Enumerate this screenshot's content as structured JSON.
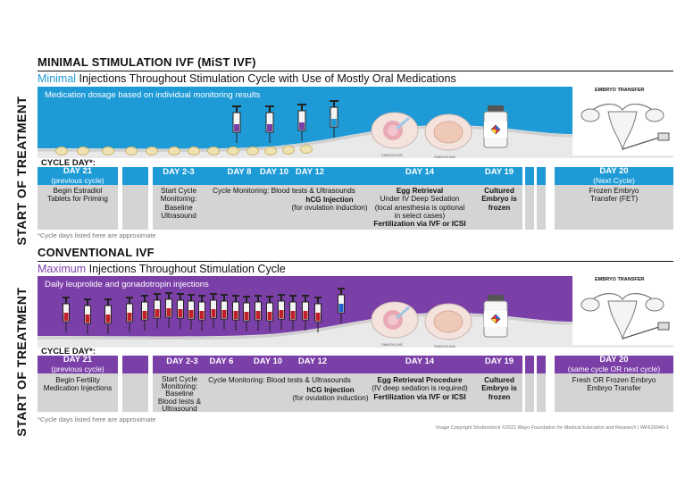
{
  "minimal": {
    "title": "MINIMAL STIMULATION IVF (MiST IVF)",
    "headline_accent": "Minimal",
    "headline_rest": " Injections Throughout  Stimulation Cycle with Use of Mostly Oral Medications",
    "band_text": "Medication dosage based on individual monitoring results",
    "side_label": "START OF TREATMENT",
    "cycle_day_label": "CYCLE DAY*:",
    "days": [
      {
        "label": "DAY 21",
        "sub": "(previous cycle)"
      },
      {
        "label": "DAY 2-3"
      },
      {
        "label": "DAY 8"
      },
      {
        "label": "DAY 10"
      },
      {
        "label": "DAY 12"
      },
      {
        "label": "DAY 14"
      },
      {
        "label": "DAY 19"
      },
      {
        "label": "DAY 20",
        "sub": "(Next Cycle)"
      }
    ],
    "desc": {
      "day21": [
        "Begin Estradiol",
        "Tablets for Priming"
      ],
      "day23": [
        "Start Cycle",
        "Monitoring:",
        "Baseline",
        "Ultrasound"
      ],
      "monitoring": "Cycle Monitoring: Blood tests & Ultrasounds",
      "hcg_title": "hCG Injection",
      "hcg_sub": "(for ovulation induction)",
      "retrieval_title": "Egg Retrieval",
      "retrieval_lines": [
        "Under IV Deep Sedation",
        "(local anesthesia is optional",
        "in select cases)"
      ],
      "fertilization": "Fertilization via IVF or ICSI",
      "cultured": [
        "Cultured",
        "Embryo is",
        "frozen"
      ],
      "transfer": [
        "Frozen Embryo",
        "Transfer (FET)"
      ]
    },
    "footnote": "*Cycle days listed here are approximate",
    "embryo_transfer_label": "EMBRYO TRANSFER",
    "dish_label": "©MAYOCLINIC"
  },
  "conventional": {
    "title": "CONVENTIONAL IVF",
    "headline_accent": "Maximum",
    "headline_rest": " Injections Throughout Stimulation Cycle",
    "band_text": "Daily leuprolide and gonadotropin injections",
    "side_label": "START OF TREATMENT",
    "cycle_day_label": "CYCLE DAY*:",
    "days": [
      {
        "label": "DAY 21",
        "sub": "(previous cycle)"
      },
      {
        "label": "DAY 2-3"
      },
      {
        "label": "DAY 6"
      },
      {
        "label": "DAY 10"
      },
      {
        "label": "DAY 12"
      },
      {
        "label": "DAY 14"
      },
      {
        "label": "DAY 19"
      },
      {
        "label": "DAY 20",
        "sub": "(same cycle OR next cycle)"
      }
    ],
    "desc": {
      "day21": [
        "Begin Fertility",
        "Medication Injections"
      ],
      "day23": [
        "Start Cycle",
        "Monitoring:",
        "Baseline",
        "Blood tests &",
        "Ultrasound"
      ],
      "monitoring": "Cycle Monitoring: Blood tests & Ultrasounds",
      "hcg_title": "hCG Injection",
      "hcg_sub": "(for ovulation induction)",
      "retrieval_title": "Egg Retrieval Procedure",
      "retrieval_lines": [
        "(IV deep sedation is required)"
      ],
      "fertilization": "Fertilization via IVF or ICSI",
      "cultured": [
        "Cultured",
        "Embryo is",
        "frozen"
      ],
      "transfer": [
        "Fresh OR Frozen Embryo",
        "Embryo Transfer"
      ]
    },
    "footnote": "*Cycle days listed here are approximate",
    "embryo_transfer_label": "EMBRYO TRANSFER",
    "dish_label": "©MAYOCLINIC"
  },
  "credits": "Image Copyright Shutterstock    ©2021 Mayo Foundation for Medical Education and Research  |  WF629940-1",
  "colors": {
    "minimal_blue": "#1e9ad6",
    "conventional_purple": "#7b3fa8",
    "gray": "#d4d4d4",
    "syringe_red": "#c0202b",
    "syringe_blue": "#1f5fd0"
  },
  "icons": [
    "syringe-icon",
    "pill-icon",
    "petri-dish-icon",
    "medication-vial-icon",
    "uterus-diagram-icon"
  ]
}
